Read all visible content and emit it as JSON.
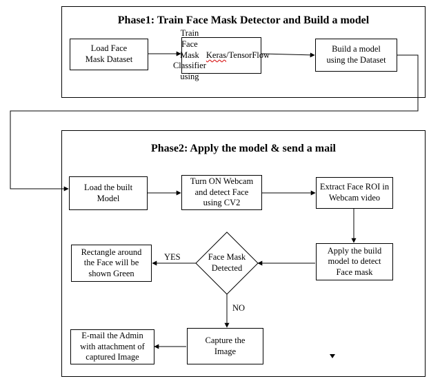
{
  "phase1": {
    "title": "Phase1: Train Face Mask Detector and Build a model",
    "steps": [
      {
        "text": "Load Face\nMask Dataset"
      },
      {
        "pre": "Train Face Mask\nClassifier using\n",
        "flag": "Keras",
        "post": "/TensorFlow"
      },
      {
        "text": "Build a model\nusing the Dataset"
      }
    ]
  },
  "phase2": {
    "title": "Phase2: Apply the model & send a mail",
    "steps": {
      "load_model": "Load the built\nModel",
      "webcam": "Turn ON Webcam\nand detect Face\nusing CV2",
      "extract_roi": "Extract Face ROI in\nWebcam video",
      "apply_model": "Apply the build\nmodel to detect\nFace mask",
      "decision": "Face Mask\nDetected",
      "green_rect": "Rectangle around\nthe Face will be\nshown Green",
      "capture": "Capture the\nImage",
      "email": "E-mail the Admin\nwith attachment of\ncaptured Image"
    },
    "labels": {
      "yes": "YES",
      "no": "NO"
    }
  }
}
